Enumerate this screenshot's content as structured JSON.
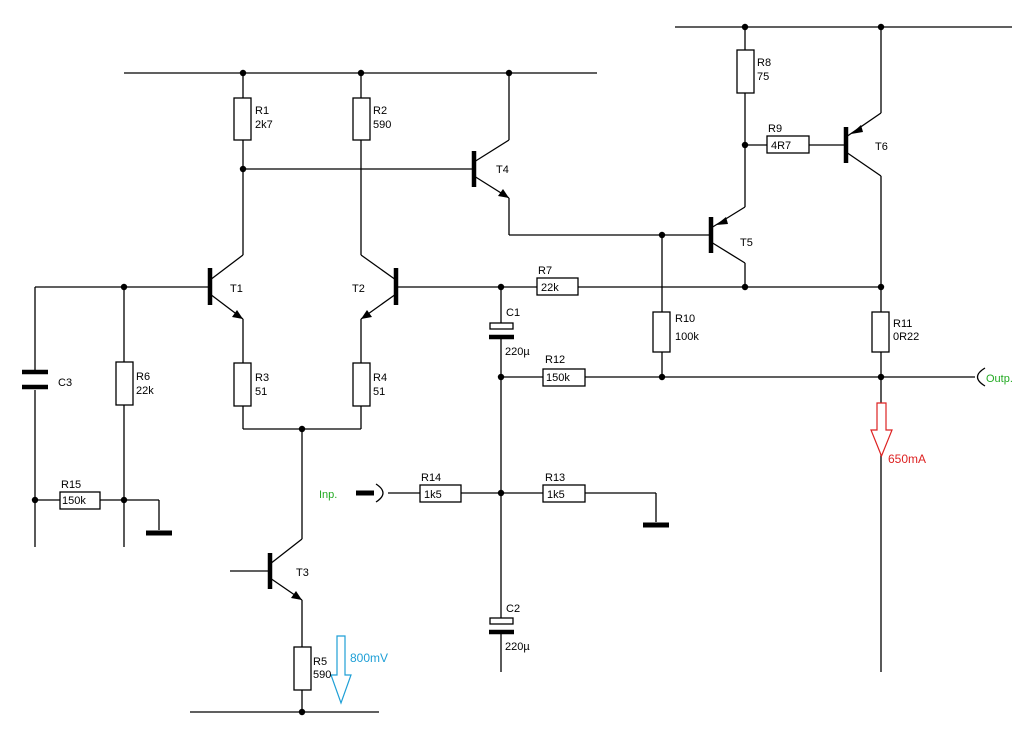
{
  "components": {
    "R1": {
      "ref": "R1",
      "value": "2k7"
    },
    "R2": {
      "ref": "R2",
      "value": "590"
    },
    "R3": {
      "ref": "R3",
      "value": "51"
    },
    "R4": {
      "ref": "R4",
      "value": "51"
    },
    "R5": {
      "ref": "R5",
      "value": "590"
    },
    "R6": {
      "ref": "R6",
      "value": "22k"
    },
    "R7": {
      "ref": "R7",
      "value": "22k"
    },
    "R8": {
      "ref": "R8",
      "value": "75"
    },
    "R9": {
      "ref": "R9",
      "value": "4R7"
    },
    "R10": {
      "ref": "R10",
      "value": "100k"
    },
    "R11": {
      "ref": "R11",
      "value": "0R22"
    },
    "R12": {
      "ref": "R12",
      "value": "150k"
    },
    "R13": {
      "ref": "R13",
      "value": "1k5"
    },
    "R14": {
      "ref": "R14",
      "value": "1k5"
    },
    "R15": {
      "ref": "R15",
      "value": "150k"
    },
    "C1": {
      "ref": "C1",
      "value": "220µ"
    },
    "C2": {
      "ref": "C2",
      "value": "220µ"
    },
    "C3": {
      "ref": "C3"
    },
    "T1": {
      "ref": "T1"
    },
    "T2": {
      "ref": "T2"
    },
    "T3": {
      "ref": "T3"
    },
    "T4": {
      "ref": "T4"
    },
    "T5": {
      "ref": "T5"
    },
    "T6": {
      "ref": "T6"
    }
  },
  "terminals": {
    "input": "Inp.",
    "output": "Outp."
  },
  "measurements": {
    "current": {
      "label": "650mA",
      "color": "#dd2222"
    },
    "voltage": {
      "label": "800mV",
      "color": "#1e9fd6"
    }
  }
}
